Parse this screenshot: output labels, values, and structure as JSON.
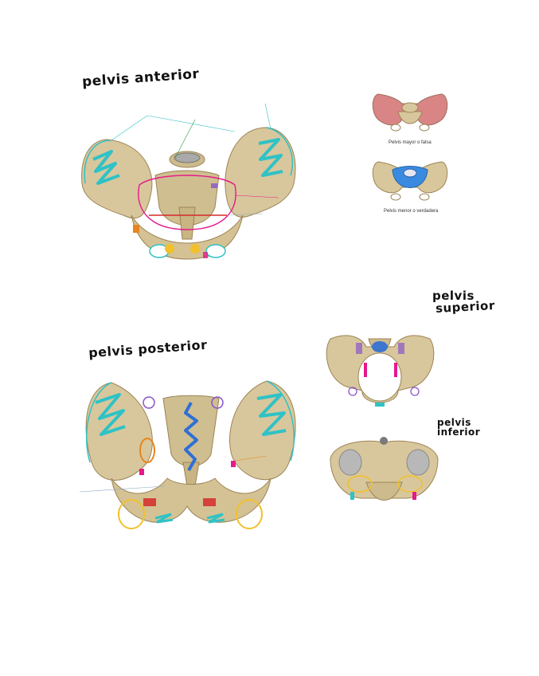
{
  "headings": {
    "anterior": "pelvis anterior",
    "posterior": "pelvis posterior",
    "superior_line1": "pelvis",
    "superior_line2": "superior",
    "inferior_line1": "pelvis",
    "inferior_line2": "inferior"
  },
  "captions": {
    "mayor": "Pelvis mayor o falsa",
    "menor": "Pelvis menor o verdadera"
  },
  "colors": {
    "bone": "#d8c79c",
    "bone_dark": "#b9a26e",
    "bone_shadow": "#9c8455",
    "teal": "#2fc2c6",
    "magenta": "#e5198c",
    "red": "#d62a2a",
    "orange": "#e8851c",
    "yellow": "#f2c02a",
    "purple": "#8a55c9",
    "blue": "#2f6fd6",
    "green": "#2e9b3a",
    "pink_region": "#d98585",
    "blue_region": "#3a8be0"
  }
}
